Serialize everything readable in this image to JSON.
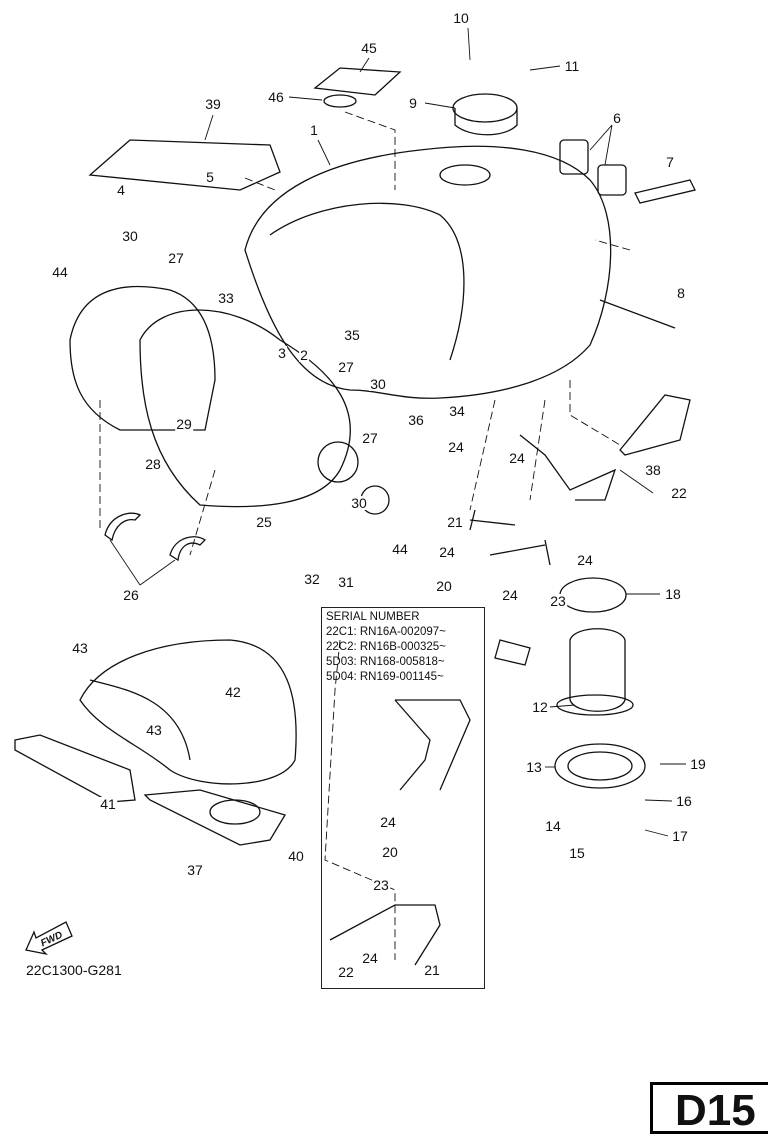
{
  "diagram_code": "22C1300-G281",
  "page_id": "D15",
  "fwd_label": "FWD",
  "serial_box": {
    "title": "SERIAL NUMBER",
    "rows": [
      "22C1: RN16A-002097~",
      "22C2: RN16B-000325~",
      "5D03: RN168-005818~",
      "5D04: RN169-001145~"
    ]
  },
  "callouts": [
    "10",
    "11",
    "45",
    "46",
    "9",
    "39",
    "1",
    "6",
    "7",
    "4",
    "5",
    "30",
    "27",
    "44",
    "33",
    "3",
    "2",
    "35",
    "8",
    "27",
    "30",
    "34",
    "36",
    "29",
    "28",
    "27",
    "38",
    "24",
    "24",
    "22",
    "21",
    "25",
    "30",
    "44",
    "24",
    "24",
    "20",
    "24",
    "23",
    "18",
    "32",
    "31",
    "26",
    "43",
    "42",
    "12",
    "43",
    "13",
    "19",
    "16",
    "14",
    "15",
    "17",
    "24",
    "20",
    "41",
    "40",
    "37",
    "23",
    "24",
    "22",
    "21"
  ]
}
